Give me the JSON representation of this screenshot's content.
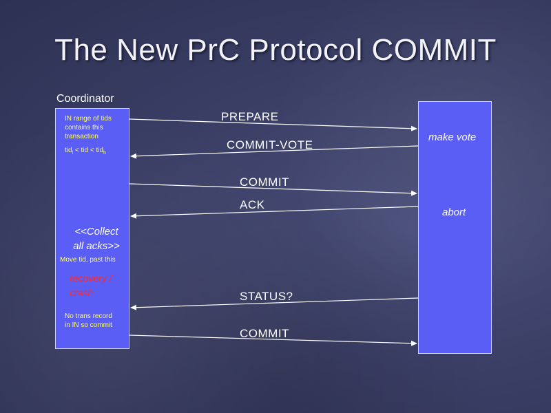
{
  "slide": {
    "title": "The New PrC Protocol COMMIT"
  },
  "coordinator": {
    "label": "Coordinator",
    "note_in_range": [
      "IN range of tids",
      "contains this",
      "transaction"
    ],
    "note_tid_range": {
      "prefix": "tid",
      "sub1": "l",
      "mid": " < tid < tid",
      "sub2": "h"
    },
    "collect_lines": [
      "<<Collect",
      "all acks>>"
    ],
    "move_tid": "Move tid, past this",
    "recovery_lines": [
      "recovery /",
      "crash"
    ],
    "no_trans_lines": [
      "No trans record",
      "in IN so commit"
    ]
  },
  "participant": {
    "make_vote": "make vote",
    "abort": "abort"
  },
  "messages": {
    "prepare": "PREPARE",
    "commit_vote": "COMMIT-VOTE",
    "commit1": "COMMIT",
    "ack": "ACK",
    "status": "STATUS?",
    "commit2": "COMMIT"
  },
  "colors": {
    "box_fill": "#5a5ef5",
    "note_yellow": "#ffff66",
    "recovery_red": "#ff2a2a",
    "arrow": "#ffffff"
  }
}
